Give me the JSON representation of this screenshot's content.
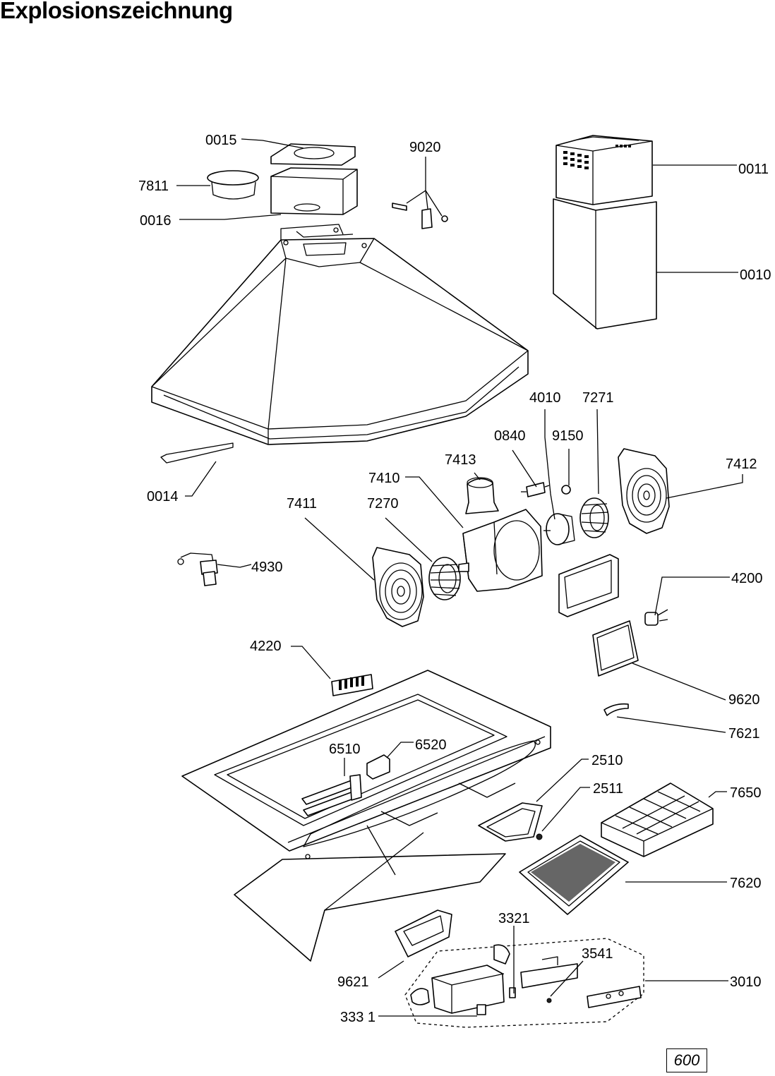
{
  "page": {
    "title": "Explosionszeichnung",
    "page_number": "600"
  },
  "labels": {
    "p0015": "0015",
    "p9020": "9020",
    "p0011": "0011",
    "p7811": "7811",
    "p0016": "0016",
    "p0010": "0010",
    "p4010": "4010",
    "p7271": "7271",
    "p0840": "0840",
    "p9150": "9150",
    "p7412": "7412",
    "p7413": "7413",
    "p7410": "7410",
    "p0014": "0014",
    "p7411": "7411",
    "p7270": "7270",
    "p4930": "4930",
    "p4200": "4200",
    "p4220": "4220",
    "p9620": "9620",
    "p7621": "7621",
    "p6510": "6510",
    "p6520": "6520",
    "p2510": "2510",
    "p2511": "2511",
    "p7650": "7650",
    "p7620": "7620",
    "p3321": "3321",
    "p3541": "3541",
    "p9621": "9621",
    "p3010": "3010",
    "p3331": "333 1"
  }
}
